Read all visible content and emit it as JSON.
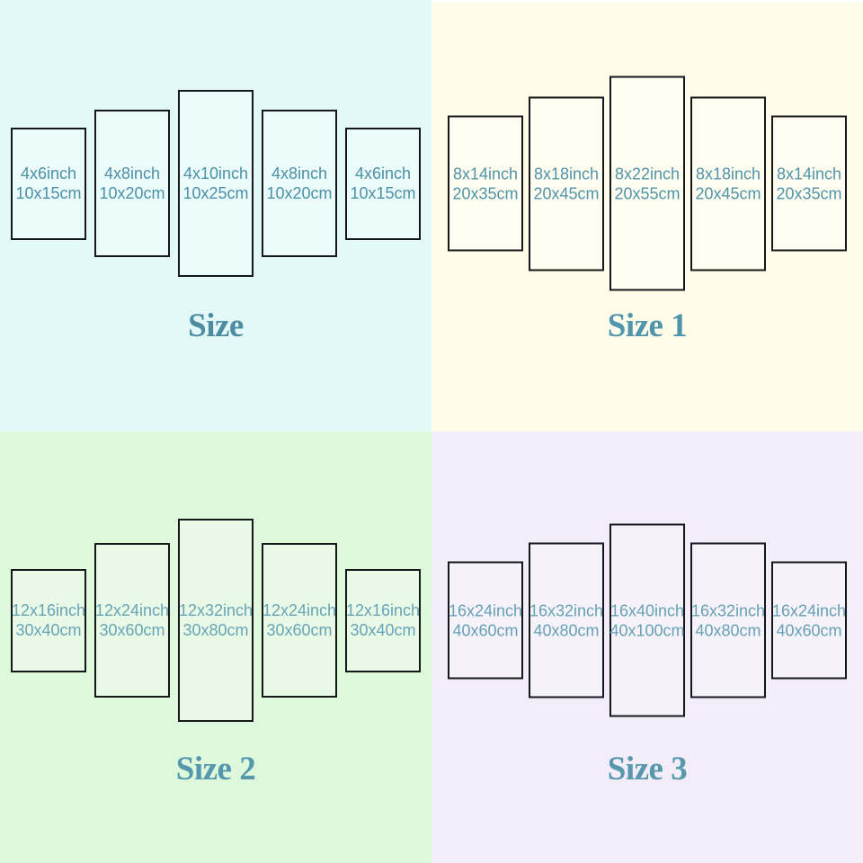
{
  "quadrants": [
    {
      "title": "Size",
      "bg": "#e3f9f8",
      "text_color": "#4c91a8",
      "title_color": "#4e8ca2",
      "panels": [
        {
          "inch": "4x6inch",
          "cm": "10x15cm"
        },
        {
          "inch": "4x8inch",
          "cm": "10x20cm"
        },
        {
          "inch": "4x10inch",
          "cm": "10x25cm"
        },
        {
          "inch": "4x8inch",
          "cm": "10x20cm"
        },
        {
          "inch": "4x6inch",
          "cm": "10x15cm"
        }
      ]
    },
    {
      "title": "Size 1",
      "bg": "#fffde9",
      "text_color": "#4f94aa",
      "title_color": "#4f95ab",
      "panels": [
        {
          "inch": "8x14inch",
          "cm": "20x35cm"
        },
        {
          "inch": "8x18inch",
          "cm": "20x45cm"
        },
        {
          "inch": "8x22inch",
          "cm": "20x55cm"
        },
        {
          "inch": "8x18inch",
          "cm": "20x45cm"
        },
        {
          "inch": "8x14inch",
          "cm": "20x35cm"
        }
      ]
    },
    {
      "title": "Size 2",
      "bg": "#def8db",
      "text_color": "#68a4b7",
      "title_color": "#5598ad",
      "panels": [
        {
          "inch": "12x16inch",
          "cm": "30x40cm"
        },
        {
          "inch": "12x24inch",
          "cm": "30x60cm"
        },
        {
          "inch": "12x32inch",
          "cm": "30x80cm"
        },
        {
          "inch": "12x24inch",
          "cm": "30x60cm"
        },
        {
          "inch": "12x16inch",
          "cm": "30x40cm"
        }
      ]
    },
    {
      "title": "Size 3",
      "bg": "#f2edf8",
      "text_color": "#66a1b5",
      "title_color": "#5798ad",
      "panels": [
        {
          "inch": "16x24inch",
          "cm": "40x60cm"
        },
        {
          "inch": "16x32inch",
          "cm": "40x80cm"
        },
        {
          "inch": "16x40inch",
          "cm": "40x100cm"
        },
        {
          "inch": "16x32inch",
          "cm": "40x80cm"
        },
        {
          "inch": "16x24inch",
          "cm": "40x60cm"
        }
      ]
    }
  ]
}
